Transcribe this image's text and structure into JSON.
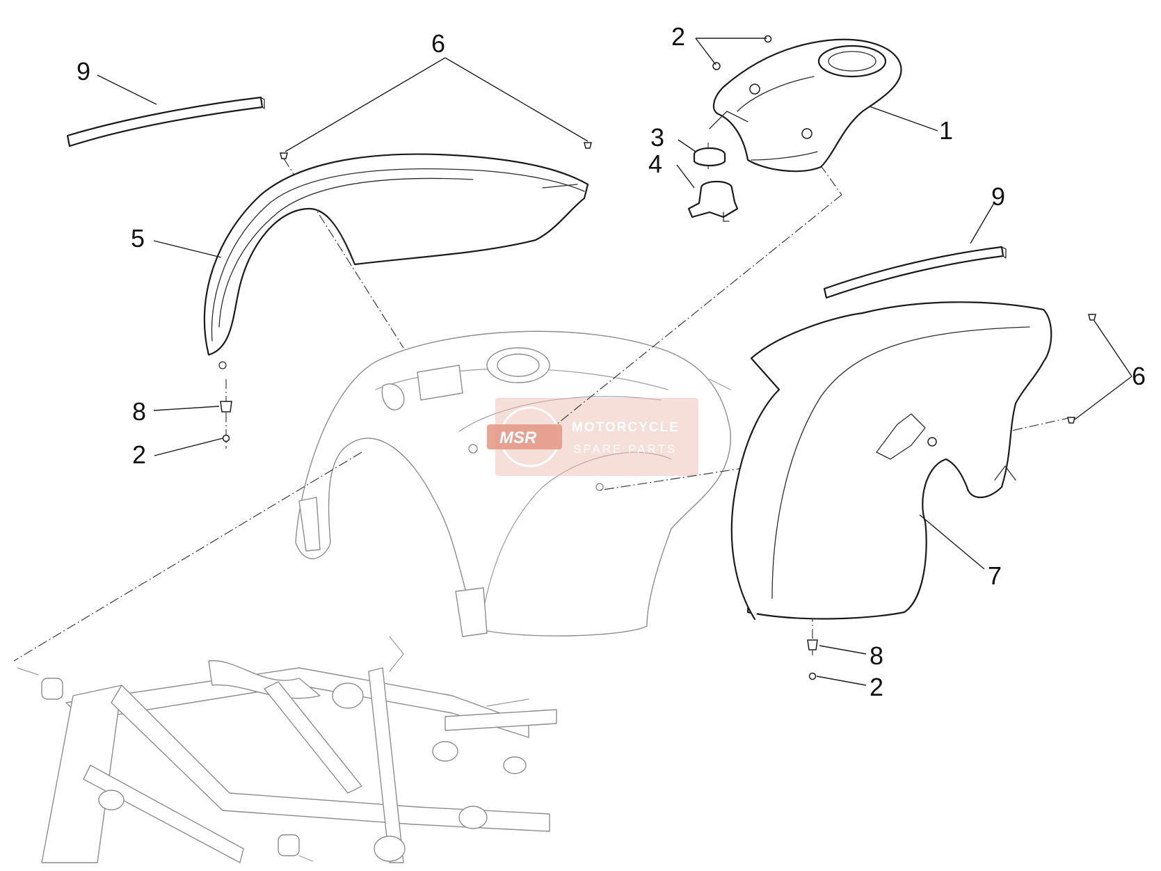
{
  "callouts": {
    "c1": "1",
    "c2_top": "2",
    "c2_left": "2",
    "c2_right": "2",
    "c3": "3",
    "c4": "4",
    "c5": "5",
    "c6_top": "6",
    "c6_right": "6",
    "c7": "7",
    "c8_left": "8",
    "c8_right": "8",
    "c9_left": "9",
    "c9_right": "9"
  },
  "watermark": {
    "badge": "MSR",
    "line1": "MOTORCYCLE",
    "line2": "SPARE PARTS"
  },
  "colors": {
    "line": "#1a1a1a",
    "ghost": "#8c8c8c",
    "watermark": "#ebb9ab"
  }
}
